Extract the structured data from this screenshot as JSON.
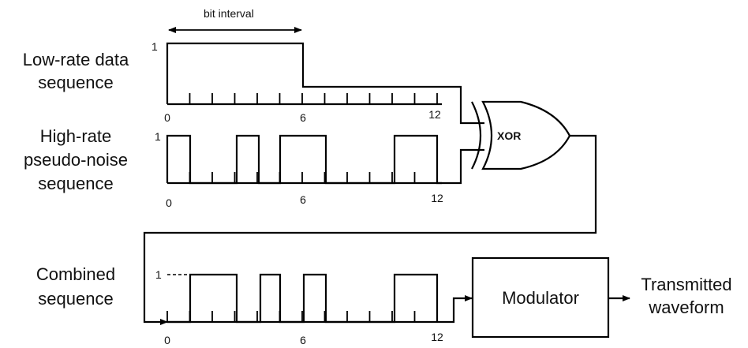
{
  "bit_interval_label": "bit interval",
  "low_rate": {
    "label_line1": "Low-rate data",
    "label_line2": "sequence",
    "level_label": "1",
    "tick_labels": [
      "0",
      "6",
      "12"
    ]
  },
  "high_rate": {
    "label_line1": "High-rate",
    "label_line2": "pseudo-noise",
    "label_line3": "sequence",
    "level_label": "1",
    "tick_labels": [
      "0",
      "6",
      "12"
    ]
  },
  "combined": {
    "label_line1": "Combined",
    "label_line2": "sequence",
    "level_label": "1",
    "tick_labels": [
      "0",
      "6",
      "12"
    ]
  },
  "xor_label": "XOR",
  "modulator_label": "Modulator",
  "output_label_line1": "Transmitted",
  "output_label_line2": "waveform"
}
